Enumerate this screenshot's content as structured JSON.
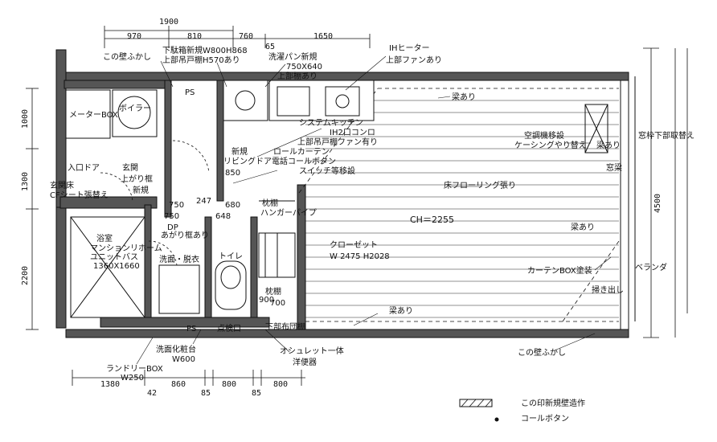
{
  "top_dims": {
    "total": "1900",
    "d1": "970",
    "d2": "810",
    "d3": "760",
    "d4": "65",
    "d5": "1650"
  },
  "bottom_dims": {
    "d1": "1380",
    "d2": "42",
    "d3": "860",
    "d4": "85",
    "d5": "800",
    "d6": "85",
    "d7": "800"
  },
  "left_dims": {
    "d1": "1000",
    "d2": "1300",
    "d3": "2200"
  },
  "right_dims": {
    "d1": "4500"
  },
  "labels": {
    "wall_fukashi_top": "この壁ふかし",
    "shoe_box": "下駄箱新規W800H868",
    "upper_cabinet_top": "上部吊戸棚H570あり",
    "washpan": "洗濯パン新規",
    "washpan_size": "750X640",
    "upper_cabinet_2": "上部棚あり",
    "ih_heater": "IHヒーター",
    "upper_fan": "上部ファンあり",
    "meter_box": "メーターBOX",
    "boiler": "ボイラー",
    "ps_top": "PS",
    "system_kitchen": "システムキッチン",
    "ih2": "IH2口コンロ",
    "upper_cabinet_fan": "上部吊戸棚ファン有り",
    "new": "新規",
    "roll_curtain": "ロールカーテン",
    "living_door": "リビングドア電話コールボタン",
    "switch_move": "スイッチ等移設",
    "d850": "850",
    "entry_door": "入口ドア",
    "genkan": "玄関",
    "agari_kamachi": "上がり框",
    "new2": "新規",
    "genkan_floor": "玄関床",
    "cf_sheet": "CFシート張替え",
    "beam_top": "梁あり",
    "aircon_move": "空調機移設",
    "casing": "ケーシングやり替え",
    "sash": "窓枠下部取替え",
    "dummy_beam": "梁あり",
    "window_beam": "窓梁",
    "flooring": "床フローリング張り",
    "ch": "CH＝2255",
    "beam_mid": "梁あり",
    "d750": "750",
    "d247": "247",
    "d680": "680",
    "d750b": "750",
    "d648": "648",
    "dp": "DP",
    "agari2": "あがり框あり",
    "makuragi": "枕棚",
    "hanger": "ハンガーパイプ",
    "bath": "浴室",
    "unit_bath": "マンションリホーム",
    "unit_bath2": "ユニットバス",
    "unit_bath_size": "1360X1660",
    "senmen": "洗面・脱衣",
    "toilet": "トイレ",
    "closet": "クローゼット",
    "closet_size": "W 2475 H2028",
    "makura_700": "枕棚",
    "d700": "700",
    "d900": "900",
    "curtain_box": "カーテンBOX塗装",
    "veranda": "ベランダ",
    "hakidashi": "掃き出し",
    "beam_bot": "梁あり",
    "ps_bot": "PS",
    "tenken": "点検口",
    "shitabu": "下部布団棚",
    "senmen_kesho": "洗面化粧台",
    "w600": "W600",
    "washlet": "オシュレット一体",
    "yobenki": "洋便器",
    "laundry": "ランドリーBOX",
    "w250": "W250",
    "wall_fukashi_bot": "この壁ふかし",
    "legend_wall": "この印新規壁造作",
    "legend_call": "コールボタン"
  }
}
